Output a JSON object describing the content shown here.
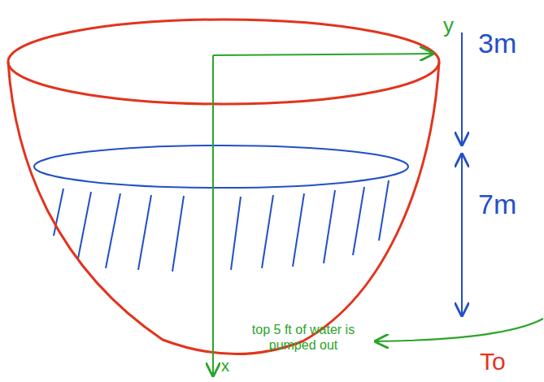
{
  "diagram": {
    "labels": [
      "y",
      "3m",
      "7m",
      "x",
      "top 5 ft of water is pumped out",
      "To"
    ]
  }
}
